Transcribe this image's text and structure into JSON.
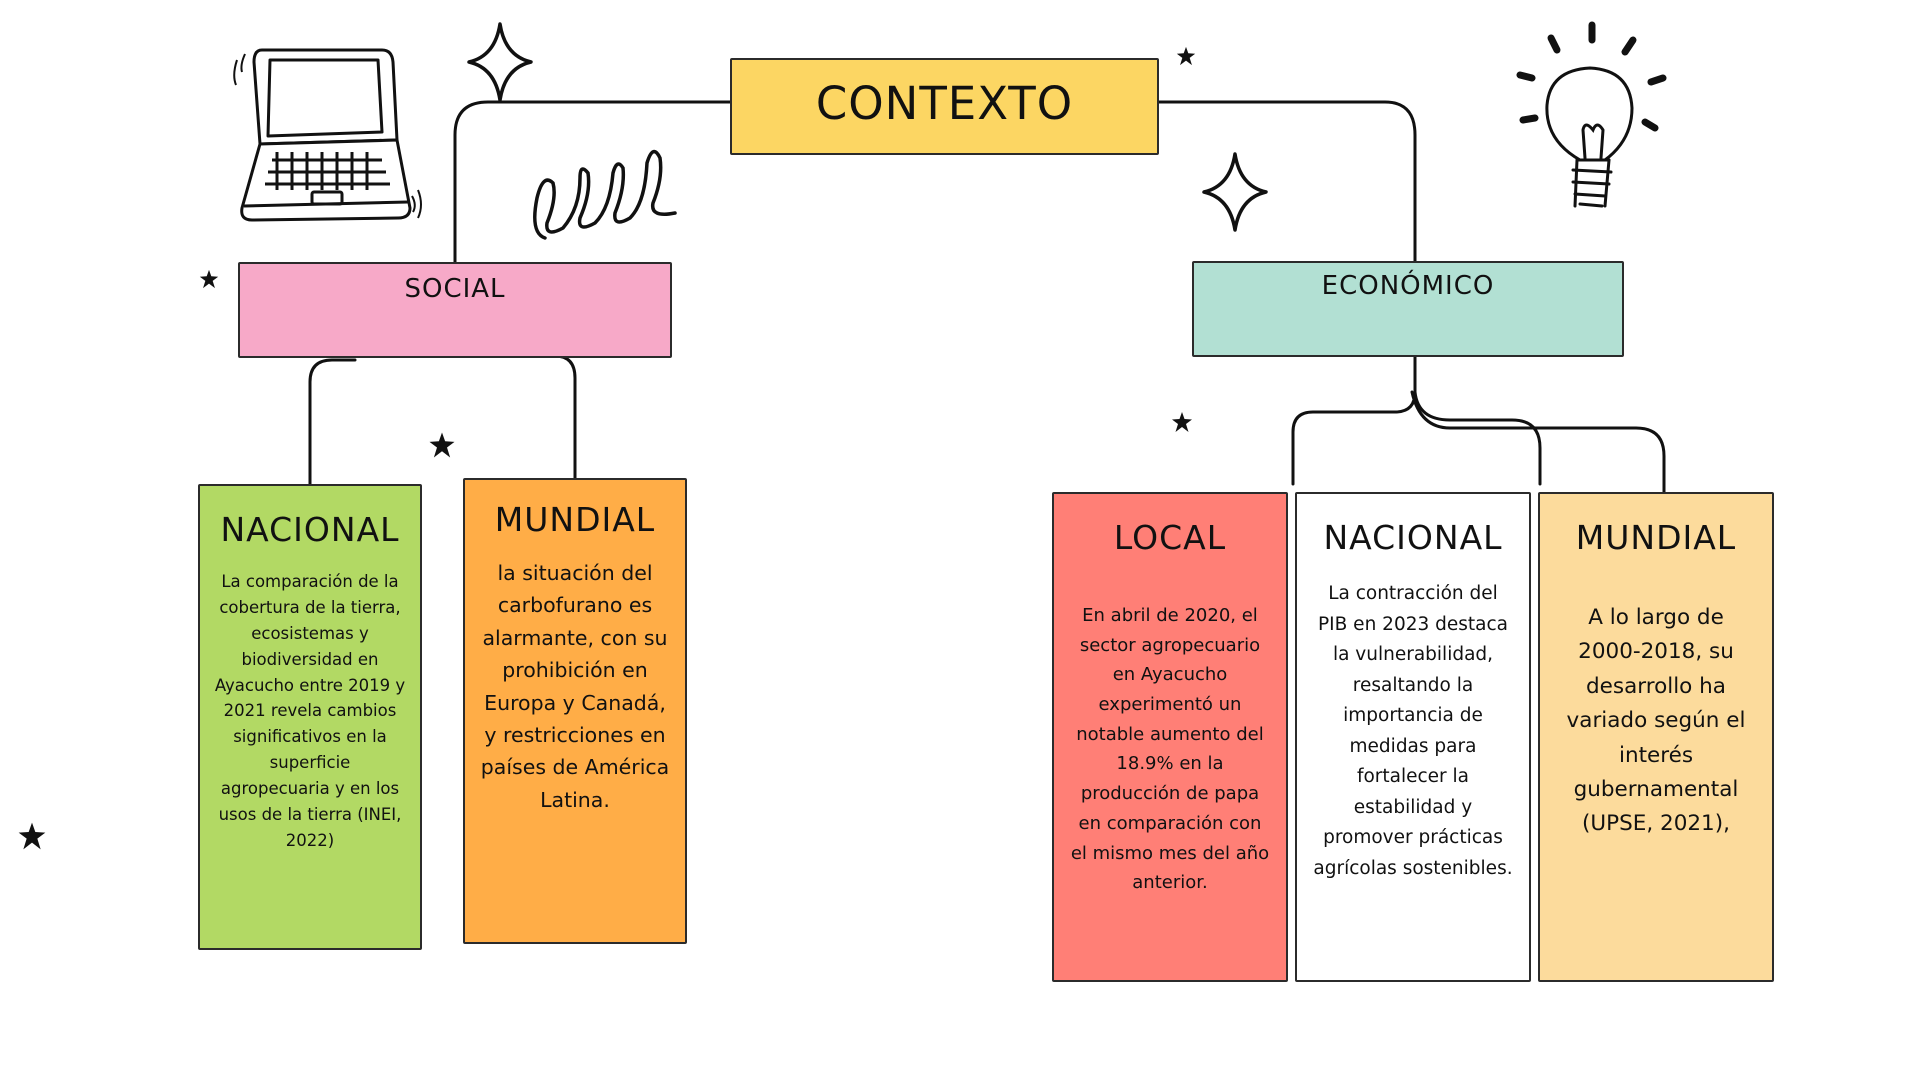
{
  "root": {
    "title": "CONTEXTO"
  },
  "branches": {
    "social": {
      "title": "SOCIAL",
      "cards": [
        {
          "title": "NACIONAL",
          "body": "La comparación de la cobertura de la tierra, ecosistemas y biodiversidad en Ayacucho entre 2019 y 2021 revela cambios significativos en la superficie agropecuaria y en los usos de la tierra (INEI, 2022)"
        },
        {
          "title": "MUNDIAL",
          "body": "la situación del carbofurano es alarmante, con su prohibición en Europa y Canadá, y restricciones en países de América Latina."
        }
      ]
    },
    "economico": {
      "title": "ECONÓMICO",
      "cards": [
        {
          "title": "LOCAL",
          "body": "En abril de 2020, el sector agropecuario en Ayacucho experimentó un notable aumento del 18.9% en la producción de papa en comparación con el mismo mes del año anterior."
        },
        {
          "title": "NACIONAL",
          "body": "La contracción del PIB en 2023 destaca la vulnerabilidad, resaltando la importancia de medidas para fortalecer la estabilidad y promover prácticas agrícolas sostenibles."
        },
        {
          "title": "MUNDIAL",
          "body": "A lo largo de 2000-2018, su desarrollo ha variado según el interés gubernamental (UPSE, 2021),"
        }
      ]
    }
  },
  "colors": {
    "root": "#fcd663",
    "social": "#f7a9c8",
    "economico": "#b2e0d3",
    "social_nacional": "#b2d964",
    "social_mundial": "#ffad47",
    "eco_local": "#ff7f76",
    "eco_nacional": "#ffffff",
    "eco_mundial": "#fcdb9c"
  },
  "icons": [
    "laptop-icon",
    "lightbulb-icon",
    "sparkle-icon",
    "star-icon",
    "squiggle-icon"
  ]
}
